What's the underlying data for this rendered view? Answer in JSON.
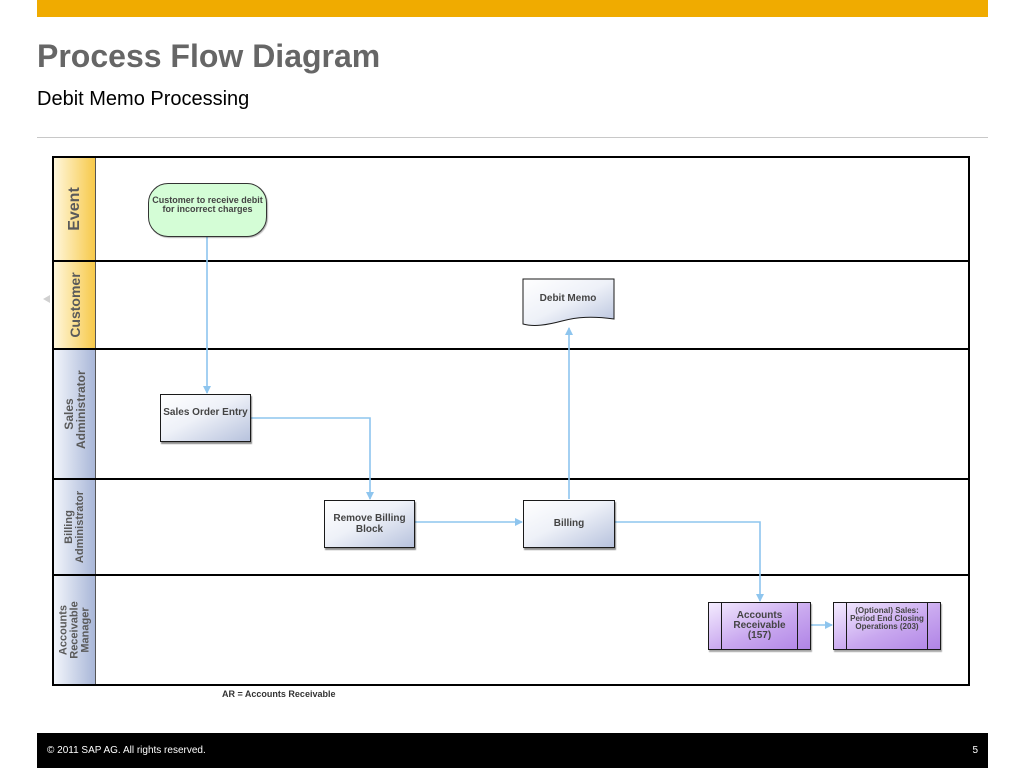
{
  "header": {
    "title": "Process Flow Diagram",
    "subtitle": "Debit Memo Processing"
  },
  "lanes": [
    {
      "label": "Event",
      "style": "gold"
    },
    {
      "label": "Customer",
      "style": "gold"
    },
    {
      "label": "Sales Administrator",
      "style": "blue"
    },
    {
      "label": "Billing Administrator",
      "style": "blue"
    },
    {
      "label": "Accounts Receivable Manager",
      "style": "blue"
    }
  ],
  "nodes": {
    "event_start": "Customer to receive debit for incorrect charges",
    "debit_memo": "Debit Memo",
    "sales_order_entry": "Sales Order Entry",
    "remove_billing_block": "Remove Billing Block",
    "billing": "Billing",
    "accounts_receivable": "Accounts Receivable (157)",
    "period_end_closing": "(Optional) Sales: Period End Closing Operations (203)"
  },
  "legend": "AR = Accounts Receivable",
  "footer": {
    "copyright": "© 2011 SAP AG. All rights reserved.",
    "page": "5"
  },
  "colors": {
    "accent_bar": "#f0ab00",
    "event_fill": "#d4fdd6",
    "connector": "#8ec5ee",
    "subprocess_fill": "#c9a8ef"
  }
}
